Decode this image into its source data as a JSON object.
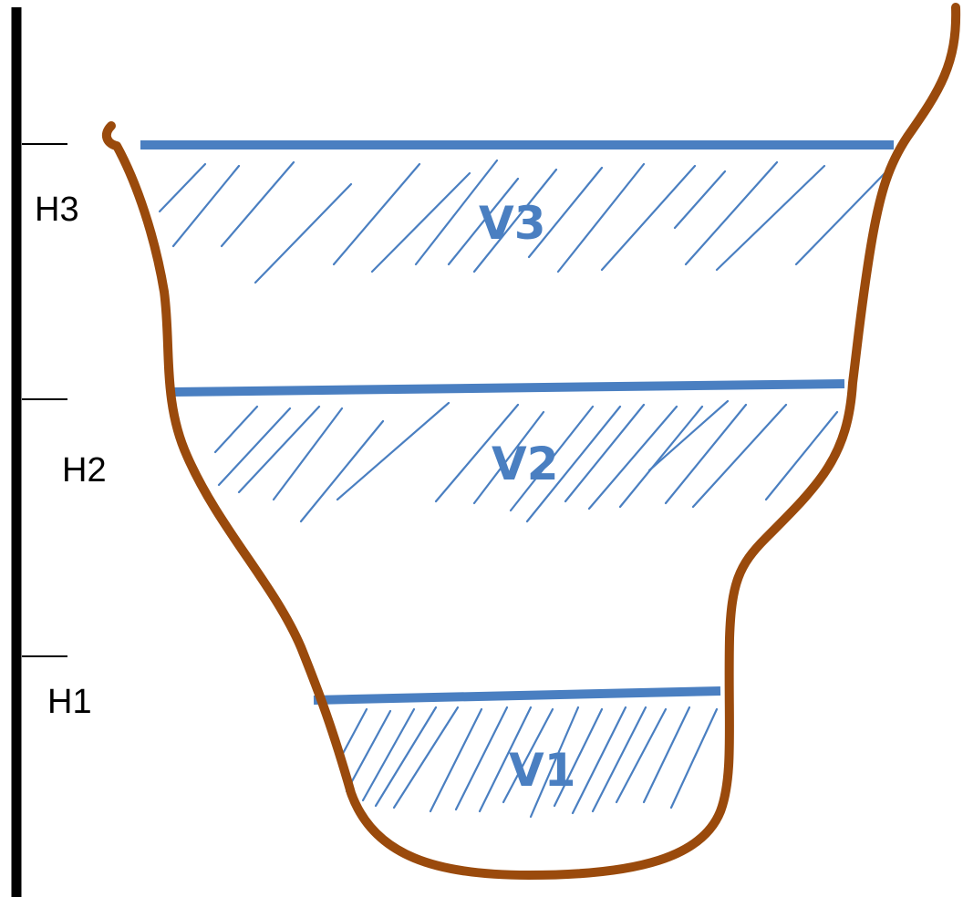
{
  "colors": {
    "vessel": "#9a4a0c",
    "level": "#4a7fc1",
    "axis": "#000000",
    "text": "#000000"
  },
  "height_labels": {
    "h1": "H1",
    "h2": "H2",
    "h3": "H3"
  },
  "volume_labels": {
    "v1": "V1",
    "v2": "V2",
    "v3": "V3"
  }
}
